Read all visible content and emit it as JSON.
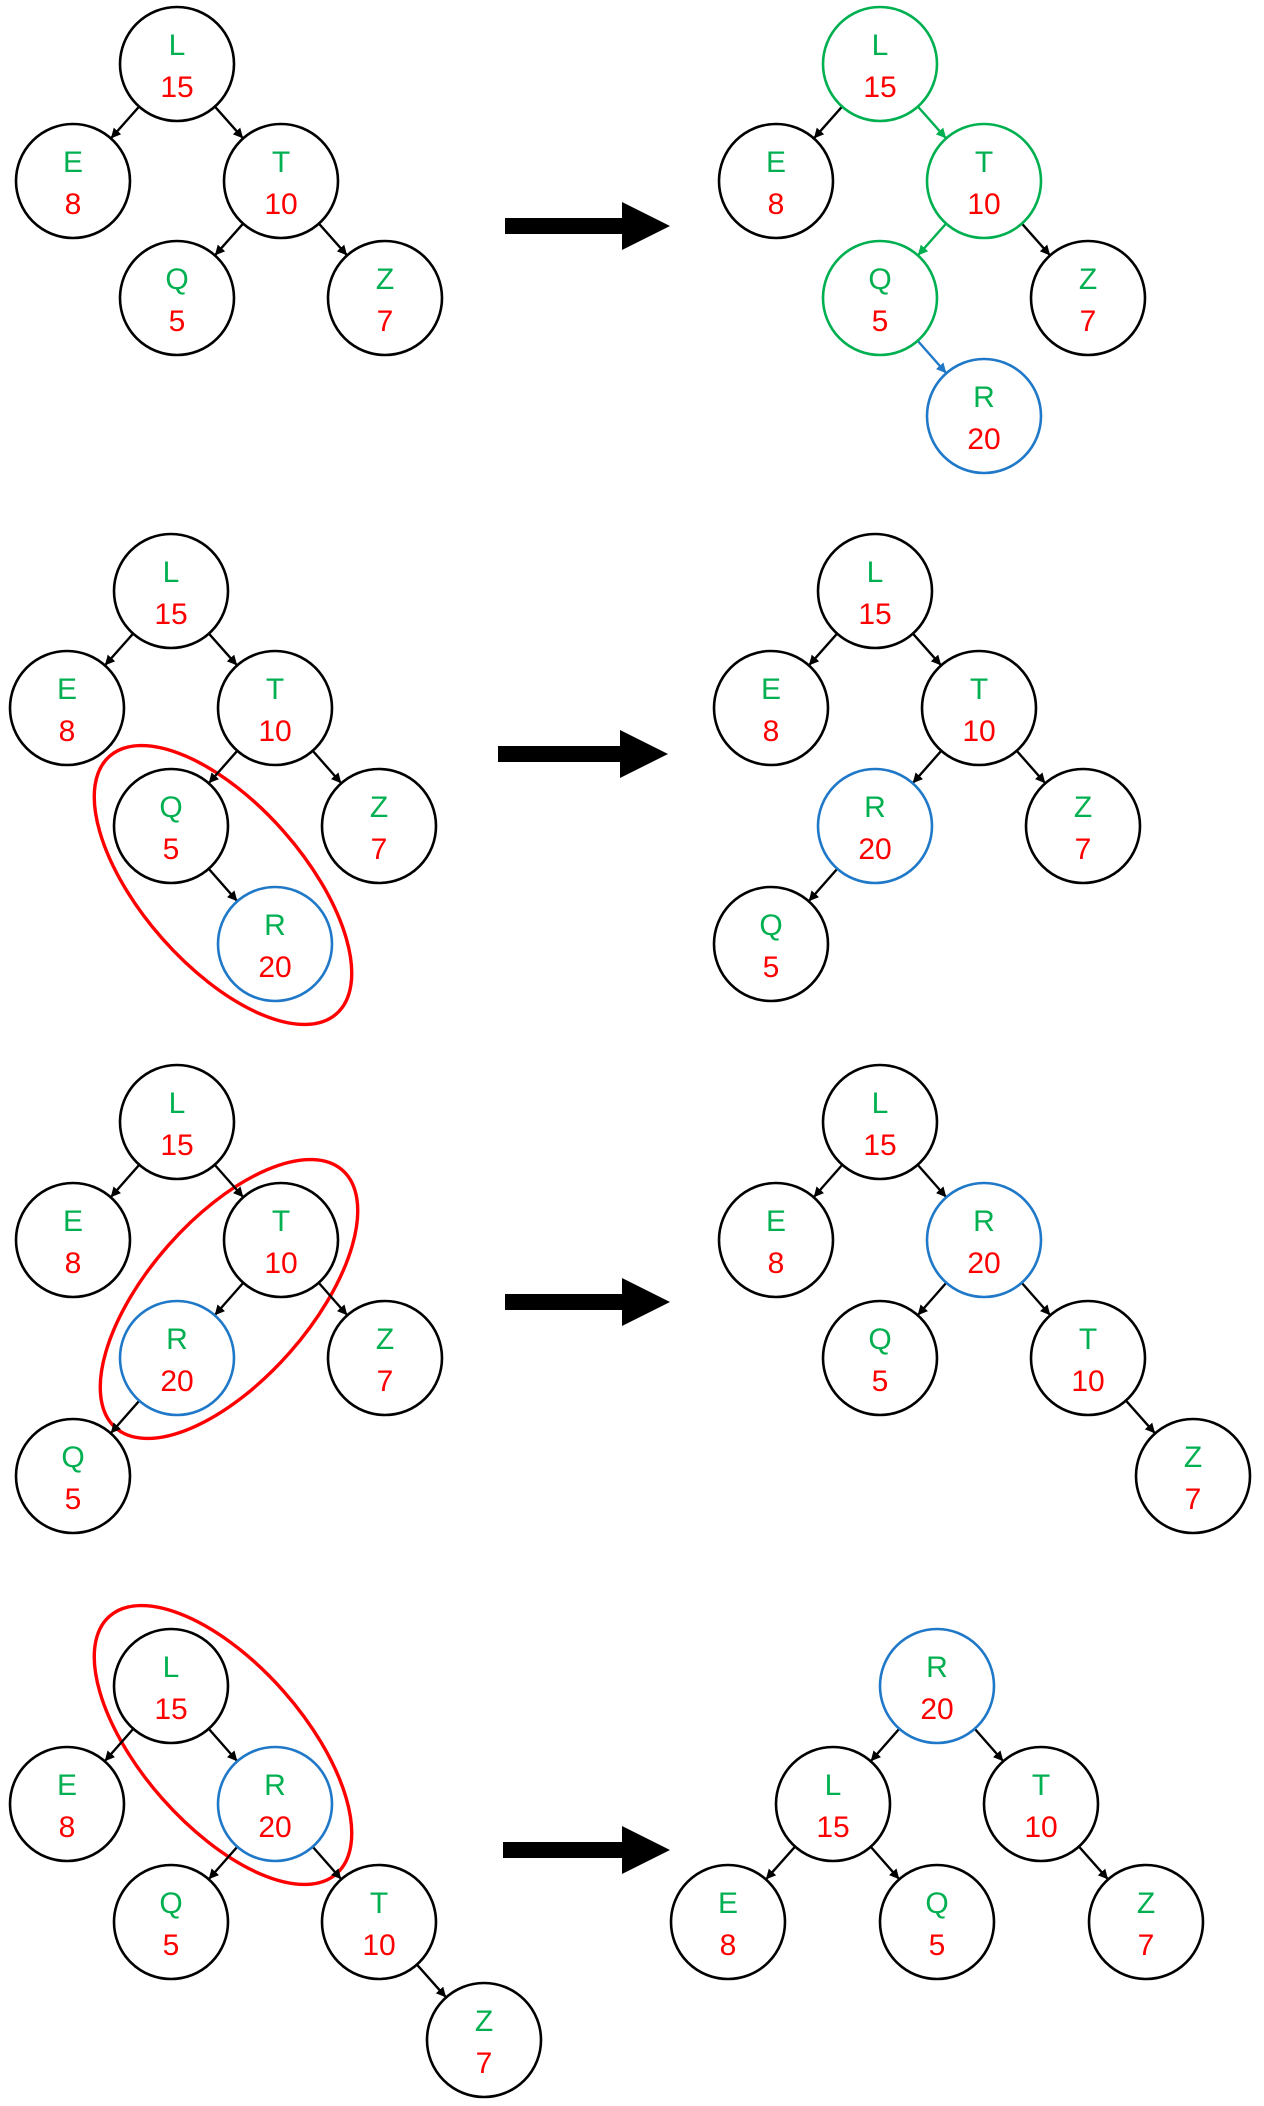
{
  "colors": {
    "normal": "#000000",
    "path": "#00b050",
    "inserted": "#1f78c8",
    "key_text": "#00b050",
    "priority_text": "#ff0000",
    "highlight": "#ff0000",
    "arrow": "#000000"
  },
  "panels": [
    {
      "before": {
        "nodes": [
          {
            "id": "L",
            "key": "L",
            "priority": "15",
            "state": "normal"
          },
          {
            "id": "E",
            "key": "E",
            "priority": "8",
            "state": "normal"
          },
          {
            "id": "T",
            "key": "T",
            "priority": "10",
            "state": "normal"
          },
          {
            "id": "Q",
            "key": "Q",
            "priority": "5",
            "state": "normal"
          },
          {
            "id": "Z",
            "key": "Z",
            "priority": "7",
            "state": "normal"
          }
        ],
        "edges": [
          {
            "from": "L",
            "to": "E",
            "state": "normal"
          },
          {
            "from": "L",
            "to": "T",
            "state": "normal"
          },
          {
            "from": "T",
            "to": "Q",
            "state": "normal"
          },
          {
            "from": "T",
            "to": "Z",
            "state": "normal"
          }
        ],
        "highlight": null
      },
      "after": {
        "nodes": [
          {
            "id": "L",
            "key": "L",
            "priority": "15",
            "state": "path"
          },
          {
            "id": "E",
            "key": "E",
            "priority": "8",
            "state": "normal"
          },
          {
            "id": "T",
            "key": "T",
            "priority": "10",
            "state": "path"
          },
          {
            "id": "Q",
            "key": "Q",
            "priority": "5",
            "state": "path"
          },
          {
            "id": "Z",
            "key": "Z",
            "priority": "7",
            "state": "normal"
          },
          {
            "id": "R",
            "key": "R",
            "priority": "20",
            "state": "inserted"
          }
        ],
        "edges": [
          {
            "from": "L",
            "to": "E",
            "state": "normal"
          },
          {
            "from": "L",
            "to": "T",
            "state": "path"
          },
          {
            "from": "T",
            "to": "Q",
            "state": "path"
          },
          {
            "from": "T",
            "to": "Z",
            "state": "normal"
          },
          {
            "from": "Q",
            "to": "R",
            "state": "inserted"
          }
        ],
        "highlight": null
      }
    },
    {
      "before": {
        "nodes": [
          {
            "id": "L",
            "key": "L",
            "priority": "15",
            "state": "normal"
          },
          {
            "id": "E",
            "key": "E",
            "priority": "8",
            "state": "normal"
          },
          {
            "id": "T",
            "key": "T",
            "priority": "10",
            "state": "normal"
          },
          {
            "id": "Q",
            "key": "Q",
            "priority": "5",
            "state": "normal"
          },
          {
            "id": "Z",
            "key": "Z",
            "priority": "7",
            "state": "normal"
          },
          {
            "id": "R",
            "key": "R",
            "priority": "20",
            "state": "inserted"
          }
        ],
        "edges": [
          {
            "from": "L",
            "to": "E",
            "state": "normal"
          },
          {
            "from": "L",
            "to": "T",
            "state": "normal"
          },
          {
            "from": "T",
            "to": "Q",
            "state": "normal"
          },
          {
            "from": "T",
            "to": "Z",
            "state": "normal"
          },
          {
            "from": "Q",
            "to": "R",
            "state": "normal"
          }
        ],
        "highlight": [
          "Q",
          "R"
        ]
      },
      "after": {
        "nodes": [
          {
            "id": "L",
            "key": "L",
            "priority": "15",
            "state": "normal"
          },
          {
            "id": "E",
            "key": "E",
            "priority": "8",
            "state": "normal"
          },
          {
            "id": "T",
            "key": "T",
            "priority": "10",
            "state": "normal"
          },
          {
            "id": "R",
            "key": "R",
            "priority": "20",
            "state": "inserted"
          },
          {
            "id": "Z",
            "key": "Z",
            "priority": "7",
            "state": "normal"
          },
          {
            "id": "Q",
            "key": "Q",
            "priority": "5",
            "state": "normal"
          }
        ],
        "edges": [
          {
            "from": "L",
            "to": "E",
            "state": "normal"
          },
          {
            "from": "L",
            "to": "T",
            "state": "normal"
          },
          {
            "from": "T",
            "to": "R",
            "state": "normal"
          },
          {
            "from": "T",
            "to": "Z",
            "state": "normal"
          },
          {
            "from": "R",
            "to": "Q",
            "state": "normal"
          }
        ],
        "highlight": null
      }
    },
    {
      "before": {
        "nodes": [
          {
            "id": "L",
            "key": "L",
            "priority": "15",
            "state": "normal"
          },
          {
            "id": "E",
            "key": "E",
            "priority": "8",
            "state": "normal"
          },
          {
            "id": "T",
            "key": "T",
            "priority": "10",
            "state": "normal"
          },
          {
            "id": "R",
            "key": "R",
            "priority": "20",
            "state": "inserted"
          },
          {
            "id": "Z",
            "key": "Z",
            "priority": "7",
            "state": "normal"
          },
          {
            "id": "Q",
            "key": "Q",
            "priority": "5",
            "state": "normal"
          }
        ],
        "edges": [
          {
            "from": "L",
            "to": "E",
            "state": "normal"
          },
          {
            "from": "L",
            "to": "T",
            "state": "normal"
          },
          {
            "from": "T",
            "to": "R",
            "state": "normal"
          },
          {
            "from": "T",
            "to": "Z",
            "state": "normal"
          },
          {
            "from": "R",
            "to": "Q",
            "state": "normal"
          }
        ],
        "highlight": [
          "T",
          "R"
        ]
      },
      "after": {
        "nodes": [
          {
            "id": "L",
            "key": "L",
            "priority": "15",
            "state": "normal"
          },
          {
            "id": "E",
            "key": "E",
            "priority": "8",
            "state": "normal"
          },
          {
            "id": "R",
            "key": "R",
            "priority": "20",
            "state": "inserted"
          },
          {
            "id": "Q",
            "key": "Q",
            "priority": "5",
            "state": "normal"
          },
          {
            "id": "T",
            "key": "T",
            "priority": "10",
            "state": "normal"
          },
          {
            "id": "Z",
            "key": "Z",
            "priority": "7",
            "state": "normal"
          }
        ],
        "edges": [
          {
            "from": "L",
            "to": "E",
            "state": "normal"
          },
          {
            "from": "L",
            "to": "R",
            "state": "normal"
          },
          {
            "from": "R",
            "to": "Q",
            "state": "normal"
          },
          {
            "from": "R",
            "to": "T",
            "state": "normal"
          },
          {
            "from": "T",
            "to": "Z",
            "state": "normal"
          }
        ],
        "highlight": null
      }
    },
    {
      "before": {
        "nodes": [
          {
            "id": "L",
            "key": "L",
            "priority": "15",
            "state": "normal"
          },
          {
            "id": "E",
            "key": "E",
            "priority": "8",
            "state": "normal"
          },
          {
            "id": "R",
            "key": "R",
            "priority": "20",
            "state": "inserted"
          },
          {
            "id": "Q",
            "key": "Q",
            "priority": "5",
            "state": "normal"
          },
          {
            "id": "T",
            "key": "T",
            "priority": "10",
            "state": "normal"
          },
          {
            "id": "Z",
            "key": "Z",
            "priority": "7",
            "state": "normal"
          }
        ],
        "edges": [
          {
            "from": "L",
            "to": "E",
            "state": "normal"
          },
          {
            "from": "L",
            "to": "R",
            "state": "normal"
          },
          {
            "from": "R",
            "to": "Q",
            "state": "normal"
          },
          {
            "from": "R",
            "to": "T",
            "state": "normal"
          },
          {
            "from": "T",
            "to": "Z",
            "state": "normal"
          }
        ],
        "highlight": [
          "L",
          "R"
        ]
      },
      "after": {
        "nodes": [
          {
            "id": "R",
            "key": "R",
            "priority": "20",
            "state": "inserted"
          },
          {
            "id": "L",
            "key": "L",
            "priority": "15",
            "state": "normal"
          },
          {
            "id": "T",
            "key": "T",
            "priority": "10",
            "state": "normal"
          },
          {
            "id": "E",
            "key": "E",
            "priority": "8",
            "state": "normal"
          },
          {
            "id": "Q",
            "key": "Q",
            "priority": "5",
            "state": "normal"
          },
          {
            "id": "Z",
            "key": "Z",
            "priority": "7",
            "state": "normal"
          }
        ],
        "edges": [
          {
            "from": "R",
            "to": "L",
            "state": "normal"
          },
          {
            "from": "R",
            "to": "T",
            "state": "normal"
          },
          {
            "from": "L",
            "to": "E",
            "state": "normal"
          },
          {
            "from": "L",
            "to": "Q",
            "state": "normal"
          },
          {
            "from": "T",
            "to": "Z",
            "state": "normal"
          }
        ],
        "highlight": null
      }
    }
  ]
}
